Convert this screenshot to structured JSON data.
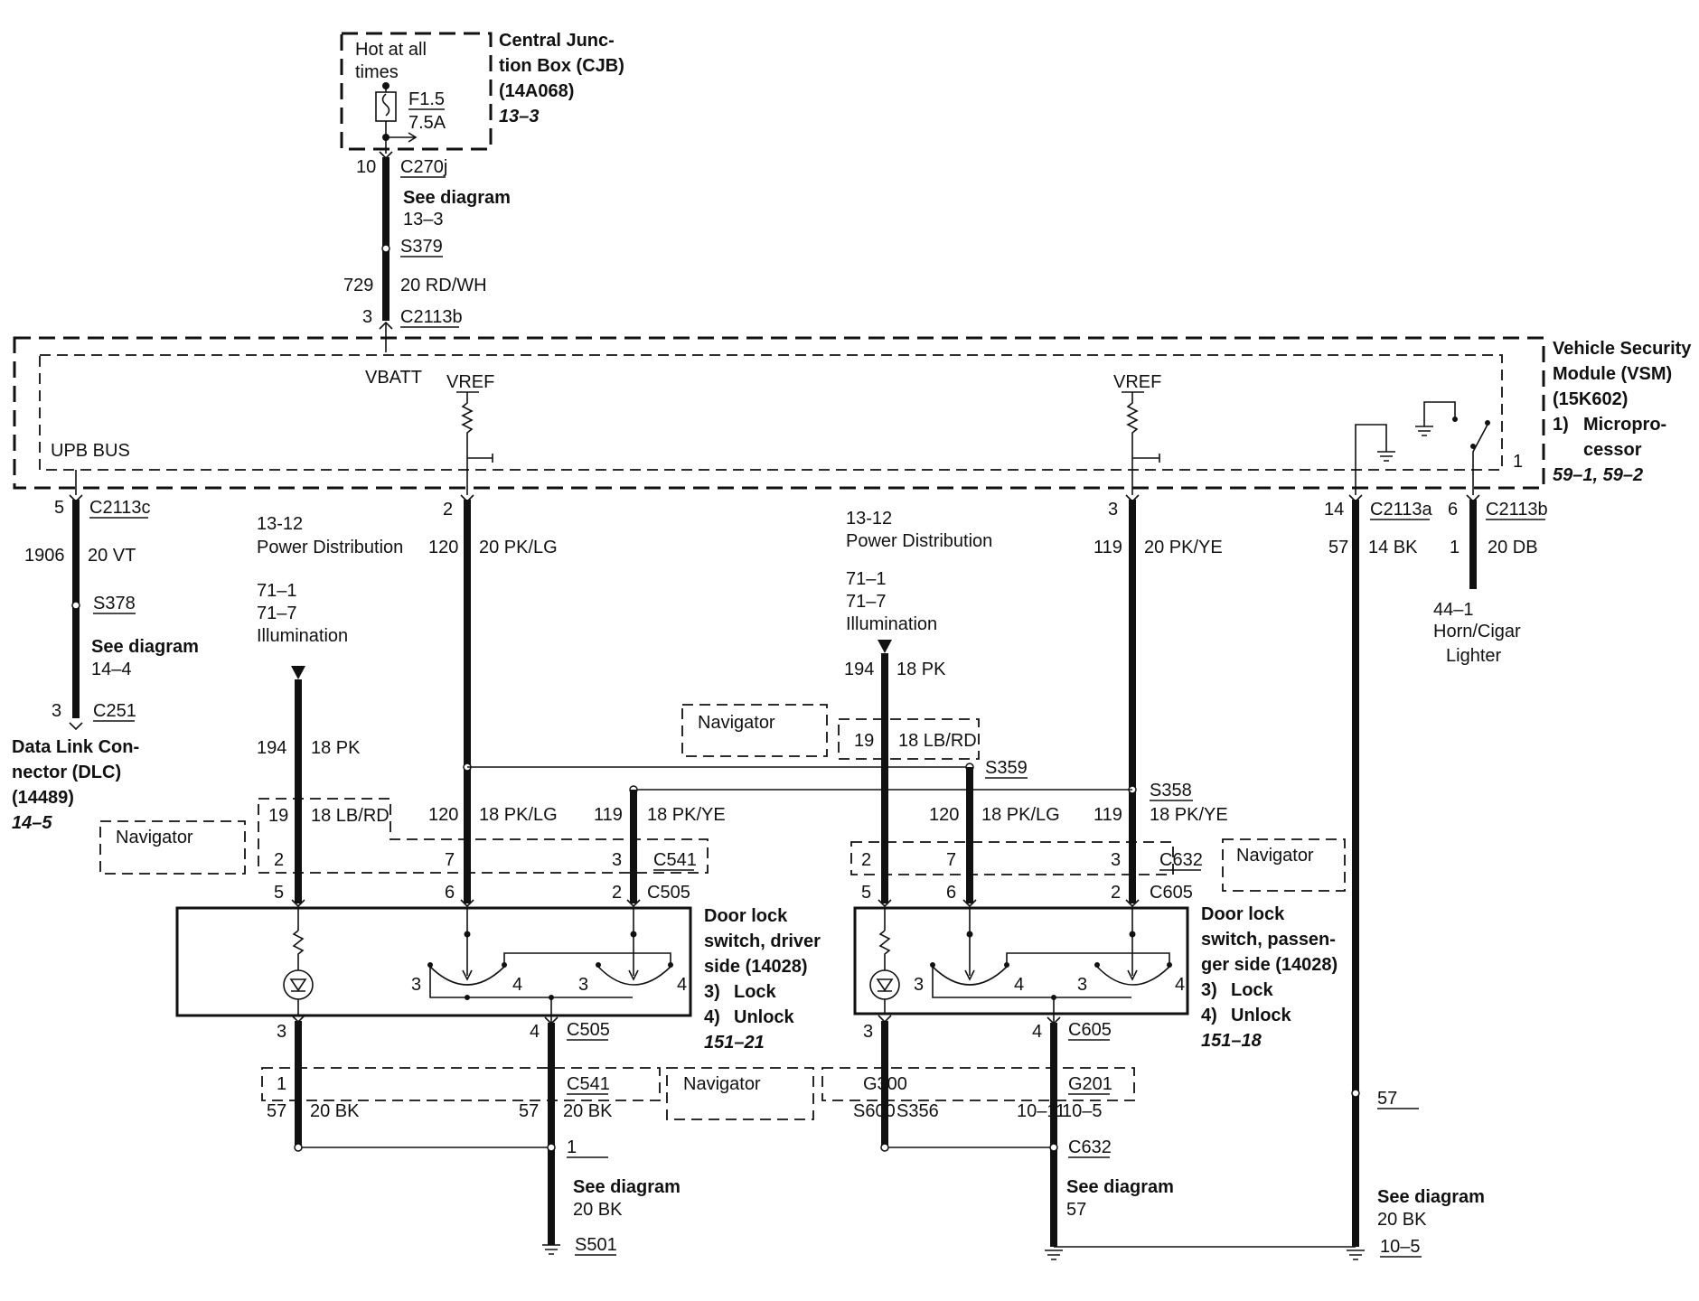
{
  "cjb": {
    "hot": [
      "Hot at all",
      "times"
    ],
    "fuse": "F1.5",
    "amp": "7.5A",
    "name": [
      "Central Junc-",
      "tion Box (CJB)",
      "(14A068)"
    ],
    "ref": "13–3"
  },
  "vsm": {
    "name": [
      "Vehicle Security",
      "Module (VSM)",
      "(15K602)"
    ],
    "note_num": "1)",
    "note": [
      "Micropro-",
      "cessor"
    ],
    "ref": "59–1, 59–2",
    "vbatt": "VBATT",
    "vref": "VREF",
    "upb": "UPB BUS",
    "pin1": "1"
  },
  "dlc": {
    "name": [
      "Data Link Con-",
      "nector (DLC)",
      "(14489)"
    ],
    "ref": "14–5"
  },
  "driver_switch": {
    "name": [
      "Door lock",
      "switch, driver",
      "side (14028)"
    ],
    "n3": "3)",
    "lock": "Lock",
    "n4": "4)",
    "unlock": "Unlock",
    "ref": "151–21"
  },
  "pass_switch": {
    "name": [
      "Door lock",
      "switch, passen-",
      "ger side (14028)"
    ],
    "n3": "3)",
    "lock": "Lock",
    "n4": "4)",
    "unlock": "Unlock",
    "ref": "151–18"
  },
  "texts": {
    "see_diagram": "See diagram",
    "navigator": "Navigator",
    "power_dist": "13-12",
    "power_dist_label": "Power Distribution",
    "illum_a": "71–1",
    "illum_b": "71–7",
    "illum_label": "Illumination",
    "horn": [
      "44–1",
      "Horn/Cigar",
      "Lighter"
    ]
  },
  "labels": [
    {
      "id": "pin-10",
      "t": "10"
    },
    {
      "id": "c270j",
      "t": "C270j"
    },
    {
      "id": "ref-13-3",
      "t": "13–3"
    },
    {
      "id": "s379",
      "t": "S379"
    },
    {
      "id": "c729",
      "t": "729"
    },
    {
      "id": "w729",
      "t": "20 RD/WH"
    },
    {
      "id": "pin3-top",
      "t": "3"
    },
    {
      "id": "c2113b-top",
      "t": "C2113b"
    },
    {
      "id": "pin5-dlc",
      "t": "5"
    },
    {
      "id": "c2113c",
      "t": "C2113c"
    },
    {
      "id": "c1906",
      "t": "1906"
    },
    {
      "id": "w1906",
      "t": "20 VT"
    },
    {
      "id": "s378",
      "t": "S378"
    },
    {
      "id": "ref-14-4",
      "t": "14–4"
    },
    {
      "id": "pin3-dlc",
      "t": "3"
    },
    {
      "id": "c251",
      "t": "C251"
    },
    {
      "id": "pin2",
      "t": "2"
    },
    {
      "id": "c120",
      "t": "120"
    },
    {
      "id": "w120",
      "t": "20 PK/LG"
    },
    {
      "id": "pin3b",
      "t": "3"
    },
    {
      "id": "c119",
      "t": "119"
    },
    {
      "id": "w119",
      "t": "20 PK/YE"
    },
    {
      "id": "pin14",
      "t": "14"
    },
    {
      "id": "c2113a",
      "t": "C2113a"
    },
    {
      "id": "c57",
      "t": "57"
    },
    {
      "id": "w57",
      "t": "14 BK"
    },
    {
      "id": "pin6",
      "t": "6"
    },
    {
      "id": "c2113b-r",
      "t": "C2113b"
    },
    {
      "id": "pin1-horn",
      "t": "1"
    },
    {
      "id": "w-db",
      "t": "20 DB"
    },
    {
      "id": "d194",
      "t": "194"
    },
    {
      "id": "dw194",
      "t": "18 PK"
    },
    {
      "id": "p194",
      "t": "194"
    },
    {
      "id": "pw194",
      "t": "18 PK"
    },
    {
      "id": "d19",
      "t": "19"
    },
    {
      "id": "dw19",
      "t": "18 LB/RD"
    },
    {
      "id": "p19",
      "t": "19"
    },
    {
      "id": "pw19",
      "t": "18 LB/RD"
    },
    {
      "id": "s359",
      "t": "S359"
    },
    {
      "id": "s358",
      "t": "S358"
    },
    {
      "id": "d120",
      "t": "120"
    },
    {
      "id": "dw120",
      "t": "18 PK/LG"
    },
    {
      "id": "d119",
      "t": "119"
    },
    {
      "id": "dw119",
      "t": "18 PK/YE"
    },
    {
      "id": "p120",
      "t": "120"
    },
    {
      "id": "pw120",
      "t": "18 PK/LG"
    },
    {
      "id": "p119",
      "t": "119"
    },
    {
      "id": "pw119",
      "t": "18 PK/YE"
    },
    {
      "id": "d2",
      "t": "2"
    },
    {
      "id": "d7",
      "t": "7"
    },
    {
      "id": "d3",
      "t": "3"
    },
    {
      "id": "c541",
      "t": "C541"
    },
    {
      "id": "p2",
      "t": "2"
    },
    {
      "id": "p7",
      "t": "7"
    },
    {
      "id": "p3",
      "t": "3"
    },
    {
      "id": "c632",
      "t": "C632"
    },
    {
      "id": "d5",
      "t": "5"
    },
    {
      "id": "d6",
      "t": "6"
    },
    {
      "id": "d2b",
      "t": "2"
    },
    {
      "id": "c505",
      "t": "C505"
    },
    {
      "id": "p5",
      "t": "5"
    },
    {
      "id": "p6",
      "t": "6"
    },
    {
      "id": "p2b",
      "t": "2"
    },
    {
      "id": "c605",
      "t": "C605"
    },
    {
      "id": "dsw3a",
      "t": "3"
    },
    {
      "id": "dsw4a",
      "t": "4"
    },
    {
      "id": "dsw3b",
      "t": "3"
    },
    {
      "id": "dsw4b",
      "t": "4"
    },
    {
      "id": "psw3a",
      "t": "3"
    },
    {
      "id": "psw4a",
      "t": "4"
    },
    {
      "id": "psw3b",
      "t": "3"
    },
    {
      "id": "psw4b",
      "t": "4"
    },
    {
      "id": "db3",
      "t": "3"
    },
    {
      "id": "db4",
      "t": "4"
    },
    {
      "id": "c505b",
      "t": "C505"
    },
    {
      "id": "pb3",
      "t": "3"
    },
    {
      "id": "pb4",
      "t": "4"
    },
    {
      "id": "c605b",
      "t": "C605"
    },
    {
      "id": "db1",
      "t": "1"
    },
    {
      "id": "c541b",
      "t": "C541"
    },
    {
      "id": "pb1",
      "t": "1"
    },
    {
      "id": "c632b",
      "t": "C632"
    },
    {
      "id": "dg57a",
      "t": "57"
    },
    {
      "id": "dgw57a",
      "t": "20 BK"
    },
    {
      "id": "dg57b",
      "t": "57"
    },
    {
      "id": "dgw57b",
      "t": "20 BK"
    },
    {
      "id": "pg57a",
      "t": "57"
    },
    {
      "id": "pgw57a",
      "t": "20 BK"
    },
    {
      "id": "pg57b",
      "t": "57"
    },
    {
      "id": "pgw57b",
      "t": "20 BK"
    },
    {
      "id": "s501",
      "t": "S501"
    },
    {
      "id": "s600",
      "t": "S600"
    },
    {
      "id": "s356",
      "t": "S356"
    },
    {
      "id": "ref-10-11",
      "t": "10–11"
    },
    {
      "id": "ref-10-5a",
      "t": "10–5"
    },
    {
      "id": "ref-10-5b",
      "t": "10–5"
    },
    {
      "id": "g300",
      "t": "G300"
    },
    {
      "id": "g201",
      "t": "G201"
    }
  ]
}
